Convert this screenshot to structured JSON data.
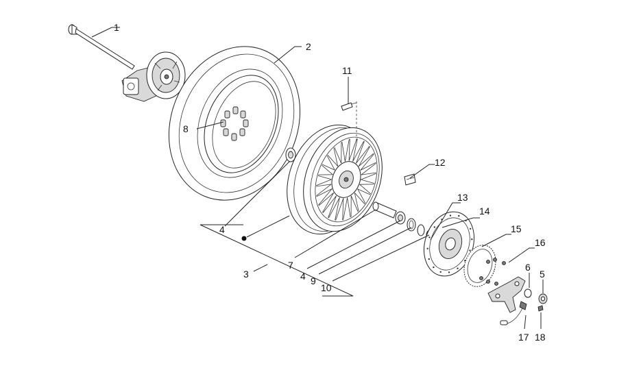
{
  "diagram": {
    "callouts": [
      {
        "id": "1",
        "text": "1"
      },
      {
        "id": "2",
        "text": "2"
      },
      {
        "id": "3",
        "text": "3"
      },
      {
        "id": "4a",
        "text": "4"
      },
      {
        "id": "4b",
        "text": "4"
      },
      {
        "id": "5",
        "text": "5"
      },
      {
        "id": "6",
        "text": "6"
      },
      {
        "id": "7",
        "text": "7"
      },
      {
        "id": "8",
        "text": "8"
      },
      {
        "id": "9",
        "text": "9"
      },
      {
        "id": "10",
        "text": "10"
      },
      {
        "id": "11",
        "text": "11"
      },
      {
        "id": "12",
        "text": "12"
      },
      {
        "id": "13",
        "text": "13"
      },
      {
        "id": "14",
        "text": "14"
      },
      {
        "id": "15",
        "text": "15"
      },
      {
        "id": "16",
        "text": "16"
      },
      {
        "id": "17",
        "text": "17"
      },
      {
        "id": "18",
        "text": "18"
      }
    ]
  }
}
